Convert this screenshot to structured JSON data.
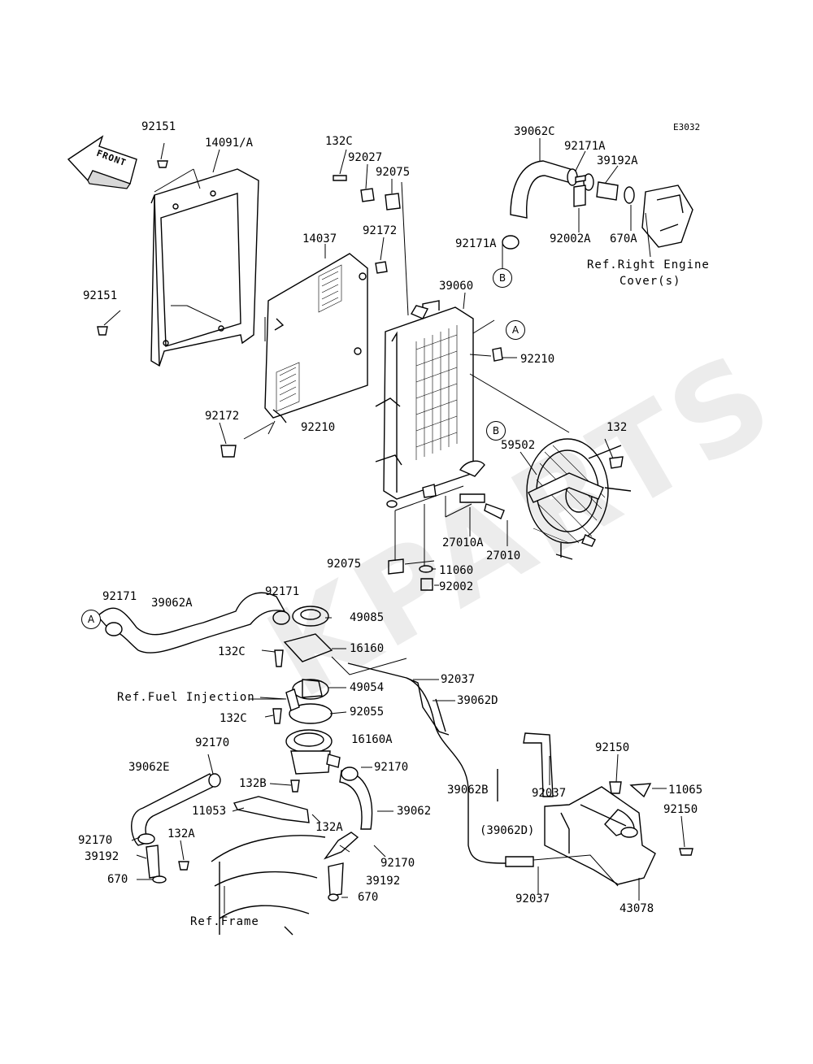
{
  "diagram_code": "E3032",
  "direction_arrow": "FRONT",
  "watermark": "KPARTS",
  "callouts": [
    "A",
    "B",
    "B",
    "A"
  ],
  "references": {
    "engine_cover_1": "Ref.Right Engine",
    "engine_cover_2": "Cover(s)",
    "fuel_injection": "Ref.Fuel Injection",
    "frame": "Ref.Frame"
  },
  "parts": {
    "p92151_top": "92151",
    "p14091": "14091/A",
    "p92151_left": "92151",
    "p132c_top": "132C",
    "p92027": "92027",
    "p92075_top": "92075",
    "p92172_top": "92172",
    "p14037": "14037",
    "p92172_bot": "92172",
    "p92210_left": "92210",
    "p39062c": "39062C",
    "p92171a_top": "92171A",
    "p39192a": "39192A",
    "p92171a_left": "92171A",
    "p92002a": "92002A",
    "p670a": "670A",
    "p39060": "39060",
    "p92210_right": "92210",
    "p132": "132",
    "p59502": "59502",
    "p27010a": "27010A",
    "p27010": "27010",
    "p92075_bot": "92075",
    "p11060": "11060",
    "p92002": "92002",
    "p92171_l": "92171",
    "p39062a": "39062A",
    "p92171_r": "92171",
    "p49085": "49085",
    "p132c_mid": "132C",
    "p16160": "16160",
    "p92037_top": "92037",
    "p49054": "49054",
    "p39062d": "39062D",
    "p132c_low": "132C",
    "p92055": "92055",
    "p16160a": "16160A",
    "p92170_l": "92170",
    "p39062e": "39062E",
    "p92170_r": "92170",
    "p132b": "132B",
    "p11053": "11053",
    "p39062": "39062",
    "p132a_c": "132A",
    "p39062b": "39062B",
    "p92037_mid": "92037",
    "p92150_top": "92150",
    "p11065": "11065",
    "p92150_r": "92150",
    "p39062d_paren": "(39062D)",
    "p92037_bot": "92037",
    "p43078": "43078",
    "p92170_bl": "92170",
    "p39192_l": "39192",
    "p132a_l": "132A",
    "p670_l": "670",
    "p92170_br": "92170",
    "p39192_r": "39192",
    "p670_r": "670"
  }
}
